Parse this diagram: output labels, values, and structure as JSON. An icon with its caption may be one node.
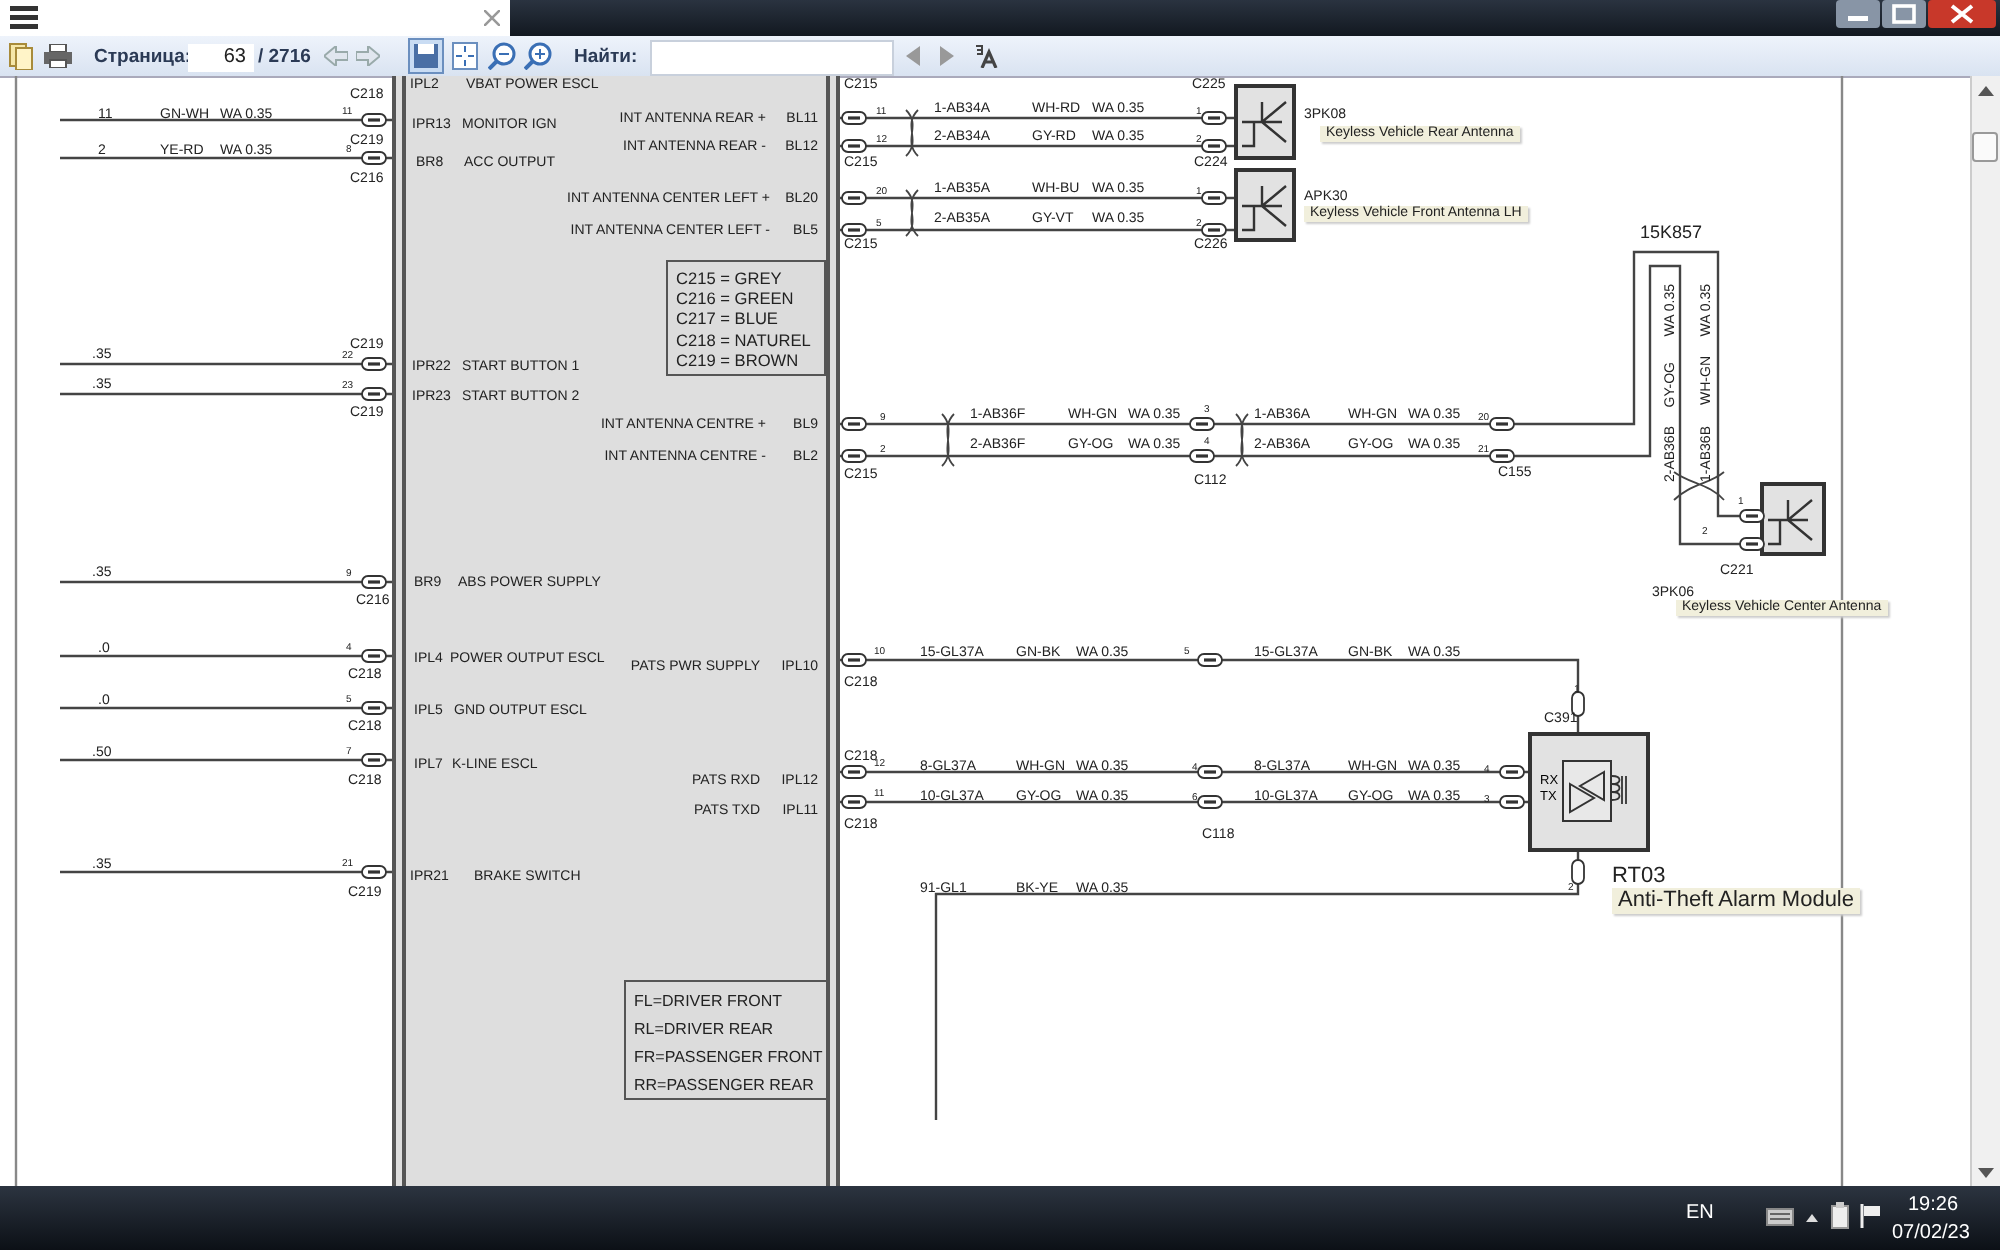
{
  "diagram": {
    "nodes": [
      {
        "text": [],
        "shape": "box"
      },
      {
        "text": [
          "C215 = GREY",
          "C216 = GREEN",
          "C217 = BLUE",
          "C218 = NATUREL",
          "C219 = BROWN"
        ],
        "in": 0
      },
      {
        "text": [
          "FL=DRIVER FRONT",
          "RL=DRIVER REAR",
          "FR=PASSENGER FRONT",
          "RR=PASSENGER REAR"
        ],
        "in": 0
      },
      {
        "text": [],
        "shape": "box",
        "beside": [
          "3PK08",
          "Keyless Vehicle Rear Antenna"
        ]
      },
      {
        "text": [],
        "shape": "box",
        "beside": [
          "APK30",
          "Keyless Vehicle Front Antenna LH"
        ]
      },
      {
        "text": [],
        "shape": "box",
        "beside": [
          "3PK06",
          "Keyless Vehicle Center Antenna"
        ]
      },
      {
        "text": [
          "RX",
          "TX"
        ],
        "beside": [
          "RT03",
          "Anti-Theft Alarm Module"
        ]
      }
    ],
    "edges": [
      {
        "from": null,
        "to": 0,
        "arrow": "none"
      },
      {
        "from": null,
        "to": 0,
        "arrow": "none"
      },
      {
        "from": null,
        "to": 0,
        "arrow": "none"
      },
      {
        "from": null,
        "to": 0,
        "arrow": "none"
      },
      {
        "from": null,
        "to": 0,
        "arrow": "none"
      },
      {
        "from": null,
        "to": 0,
        "arrow": "none"
      },
      {
        "from": null,
        "to": 0,
        "arrow": "none"
      },
      {
        "from": null,
        "to": 0,
        "arrow": "none"
      },
      {
        "from": null,
        "to": 0,
        "arrow": "none"
      },
      {
        "from": 0,
        "to": 3,
        "arrow": "none"
      },
      {
        "from": 0,
        "to": 3,
        "arrow": "none"
      },
      {
        "from": 0,
        "to": 4,
        "arrow": "none"
      },
      {
        "from": 0,
        "to": 4,
        "arrow": "none"
      },
      {
        "from": 0,
        "to": 5,
        "arrow": "none"
      },
      {
        "from": 0,
        "to": 5,
        "arrow": "none"
      },
      {
        "from": 0,
        "to": 6,
        "arrow": "none"
      },
      {
        "from": 0,
        "to": 6,
        "arrow": "none"
      },
      {
        "from": 0,
        "to": 6,
        "arrow": "none"
      },
      {
        "from": 6,
        "to": null,
        "arrow": "none"
      }
    ],
    "labels": [
      "Страница:",
      "63",
      "/ 2716",
      "Найти:",
      "EN",
      "19:26",
      "07/02/23",
      "IPL2",
      "VBAT POWER ESCL",
      "C218",
      "11",
      "GN-WH",
      "WA 0.35",
      "11",
      "IPR13",
      "MONITOR IGN",
      "C219",
      "2",
      "YE-RD",
      "WA 0.35",
      "8",
      "BR8",
      "ACC OUTPUT",
      "C216",
      "C219",
      ".35",
      "22",
      "IPR22",
      "START BUTTON 1",
      ".35",
      "23",
      "IPR23",
      "START BUTTON 2",
      "C219",
      ".35",
      "9",
      "BR9",
      "ABS POWER SUPPLY",
      "C216",
      ".0",
      "4",
      "IPL4",
      "POWER OUTPUT ESCL",
      "C218",
      ".0",
      "5",
      "IPL5",
      "GND OUTPUT ESCL",
      "C218",
      ".50",
      "7",
      "IPL7",
      "K-LINE ESCL",
      "C218",
      ".35",
      "21",
      "IPR21",
      "BRAKE SWITCH",
      "C219",
      "INT ANTENNA REAR +",
      "BL11",
      "INT ANTENNA REAR -",
      "BL12",
      "INT ANTENNA CENTER LEFT +",
      "BL20",
      "INT ANTENNA CENTER LEFT -",
      "BL5",
      "INT ANTENNA CENTRE +",
      "BL9",
      "INT ANTENNA CENTRE -",
      "BL2",
      "PATS PWR SUPPLY",
      "IPL10",
      "PATS RXD",
      "IPL12",
      "PATS TXD",
      "IPL11",
      "C215",
      "C225",
      "11",
      "1-AB34A",
      "WH-RD",
      "WA 0.35",
      "1",
      "12",
      "2-AB34A",
      "GY-RD",
      "WA 0.35",
      "2",
      "C215",
      "C224",
      "20",
      "1-AB35A",
      "WH-BU",
      "WA 0.35",
      "1",
      "5",
      "2-AB35A",
      "GY-VT",
      "WA 0.35",
      "2",
      "C215",
      "C226",
      "15K857",
      "GY-OG",
      "WA 0.35",
      "WH-GN",
      "WA 0.35",
      "9",
      "1-AB36F",
      "WH-GN",
      "WA 0.35",
      "3",
      "1-AB36A",
      "WH-GN",
      "WA 0.35",
      "20",
      "2",
      "2-AB36F",
      "GY-OG",
      "WA 0.35",
      "4",
      "2-AB36A",
      "GY-OG",
      "WA 0.35",
      "21",
      "C215",
      "C112",
      "C155",
      "2-AB36B",
      "1-AB36B",
      "1",
      "2",
      "C221",
      "10",
      "15-GL37A",
      "GN-BK",
      "WA 0.35",
      "5",
      "15-GL37A",
      "GN-BK",
      "WA 0.35",
      "C218",
      "1",
      "C391",
      "C218",
      "12",
      "8-GL37A",
      "WH-GN",
      "WA 0.35",
      "4",
      "8-GL37A",
      "WH-GN",
      "WA 0.35",
      "4",
      "11",
      "10-GL37A",
      "GY-OG",
      "WA 0.35",
      "6",
      "10-GL37A",
      "GY-OG",
      "WA 0.35",
      "3",
      "C218",
      "C118",
      "2",
      "91-GL1",
      "BK-YE",
      "WA 0.35"
    ]
  }
}
